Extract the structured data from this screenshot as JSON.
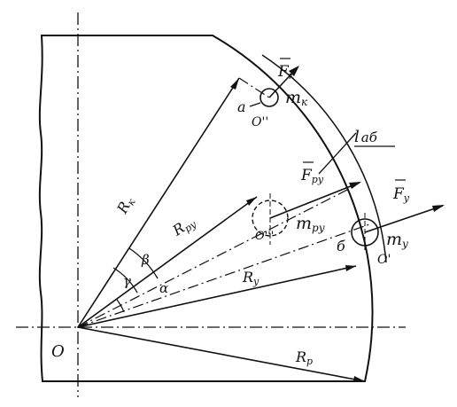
{
  "colors": {
    "ink": "#111111",
    "paper": "#ffffff"
  },
  "labels": {
    "origin": "O",
    "radius_k": "R",
    "radius_k_sub": "к",
    "radius_py": "R",
    "radius_py_sub": "ру",
    "radius_y": "R",
    "radius_y_sub": "у",
    "radius_p": "R",
    "radius_p_sub": "р",
    "angle_beta": "β",
    "angle_gamma": "γ",
    "angle_alpha": "α",
    "force_k": "F",
    "force_k_sub": "к",
    "force_py": "F",
    "force_py_sub": "ру",
    "force_y": "F",
    "force_y_sub": "у",
    "mass_k": "m",
    "mass_k_sub": "к",
    "mass_py": "m",
    "mass_py_sub": "ру",
    "mass_y": "m",
    "mass_y_sub": "у",
    "point_a": "a",
    "point_b": "б",
    "center_o2": "O''",
    "center_o3": "O'''",
    "center_o1": "O'",
    "arc_length": "l",
    "arc_length_sub": "аб"
  }
}
